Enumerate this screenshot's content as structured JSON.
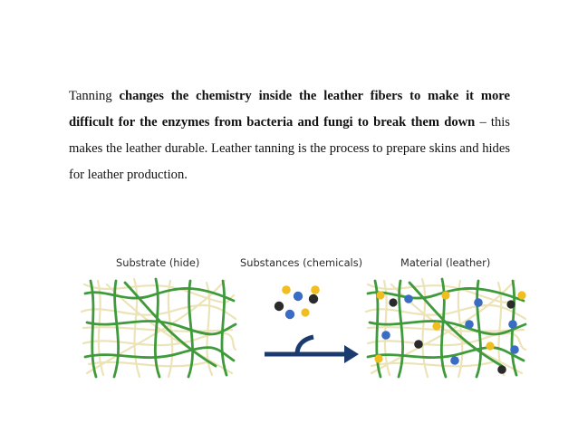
{
  "paragraph": {
    "intro": "Tanning ",
    "bold": "changes the chemistry inside the leather fibers to make it more difficult for the enzymes from bacteria and fungi to break them down",
    "rest": " – this makes the leather durable. Leather tanning is the process to prepare skins and hides for leather production."
  },
  "figure": {
    "substrate_label": "Substrate (hide)",
    "substances_label": "Substances (chemicals)",
    "material_label": "Material (leather)"
  },
  "colors": {
    "green_fiber": "#3e9a3a",
    "cream_fiber": "#ece3b8",
    "blue_dot": "#3a6cc4",
    "yellow_dot": "#f0be1e",
    "black_dot": "#2a2a2a",
    "arrow": "#1c3a6e"
  }
}
